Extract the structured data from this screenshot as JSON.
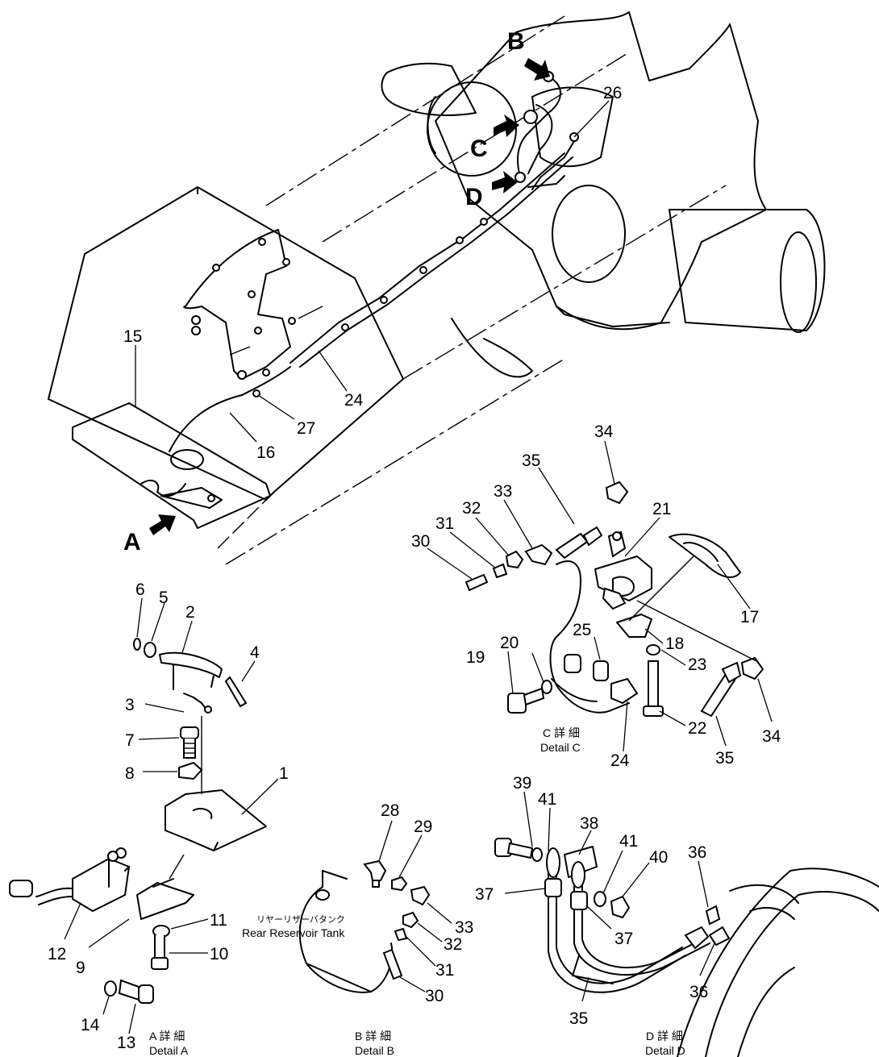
{
  "view_letters": {
    "A": "A",
    "B": "B",
    "C": "C",
    "D": "D"
  },
  "part_numbers": {
    "p1": "1",
    "p2": "2",
    "p3": "3",
    "p4": "4",
    "p5": "5",
    "p6": "6",
    "p7": "7",
    "p8": "8",
    "p9": "9",
    "p10": "10",
    "p11": "11",
    "p12": "12",
    "p13": "13",
    "p14": "14",
    "p15": "15",
    "p16": "16",
    "p17": "17",
    "p18": "18",
    "p19": "19",
    "p20": "20",
    "p21": "21",
    "p22": "22",
    "p23": "23",
    "p24": "24",
    "p25": "25",
    "p26": "26",
    "p27": "27",
    "p28": "28",
    "p29": "29",
    "p30": "30",
    "p31": "31",
    "p32": "32",
    "p33": "33",
    "p34": "34",
    "p35": "35",
    "p36": "36",
    "p37": "37",
    "p38": "38",
    "p39": "39",
    "p40": "40",
    "p41": "41"
  },
  "details": {
    "A": {
      "jp": "A 詳 細",
      "en": "Detail A"
    },
    "B": {
      "jp": "B 詳 細",
      "en": "Detail B"
    },
    "C": {
      "jp": "C 詳 細",
      "en": "Detail C"
    },
    "D": {
      "jp": "D 詳 細",
      "en": "Detail D"
    }
  },
  "rear_reservoir_tank": {
    "jp": "リヤーリザーバタンク",
    "en": "Rear Reservoir Tank"
  }
}
